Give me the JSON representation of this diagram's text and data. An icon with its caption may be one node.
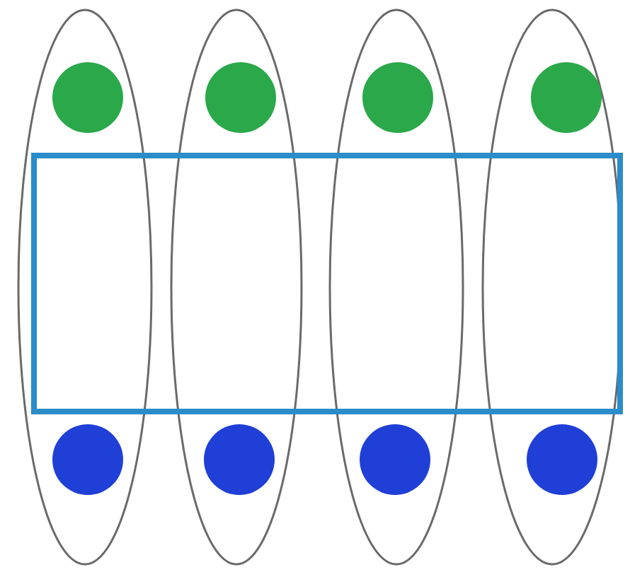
{
  "diagram": {
    "nodes": [
      {
        "text": [],
        "shape": "ellipse"
      },
      {
        "text": [],
        "shape": "circle",
        "in": 0
      },
      {
        "text": [],
        "shape": "circle",
        "in": 0
      },
      {
        "text": [],
        "shape": "ellipse"
      },
      {
        "text": [],
        "shape": "circle",
        "in": 3
      },
      {
        "text": [],
        "shape": "circle",
        "in": 3
      },
      {
        "text": [],
        "shape": "ellipse"
      },
      {
        "text": [],
        "shape": "circle",
        "in": 6
      },
      {
        "text": [],
        "shape": "circle",
        "in": 6
      },
      {
        "text": [],
        "shape": "ellipse"
      },
      {
        "text": [],
        "shape": "circle",
        "in": 9
      },
      {
        "text": [],
        "shape": "circle",
        "in": 9
      },
      {
        "text": [],
        "shape": "box"
      }
    ]
  }
}
